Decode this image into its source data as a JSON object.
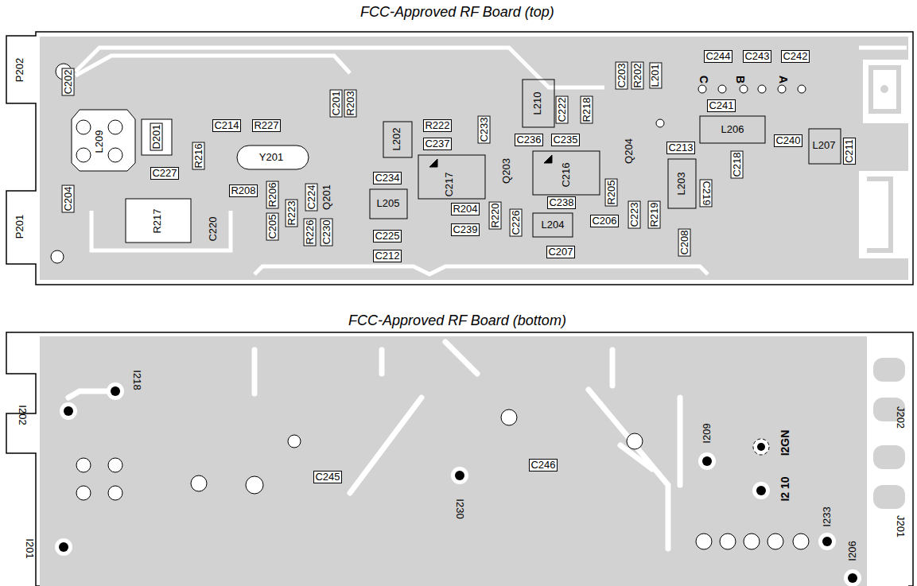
{
  "diagram": {
    "title": "FCC-Approved RF Board (top)",
    "labels": [
      "FCC-Approved RF Board (bottom)",
      "P202",
      "P201",
      "C202",
      "L209",
      "D201",
      "C214",
      "R227",
      "R216",
      "Y201",
      "C227",
      "C204",
      "R208",
      "R206",
      "C224",
      "R223",
      "Q201",
      "R217",
      "C220",
      "C205",
      "R226",
      "C230",
      "C201",
      "R203",
      "L202",
      "R222",
      "C237",
      "C233",
      "C234",
      "L205",
      "C217",
      "Q203",
      "R204",
      "C239",
      "R220",
      "C226",
      "C225",
      "C212",
      "L210",
      "C222",
      "R218",
      "C236",
      "C235",
      "C216",
      "C238",
      "L204",
      "C207",
      "R205",
      "C206",
      "C203",
      "R202",
      "L201",
      "Q204",
      "C223",
      "R219",
      "C213",
      "L203",
      "C219",
      "C208",
      "C",
      "B",
      "A",
      "C244",
      "C243",
      "C242",
      "C241",
      "L206",
      "C218",
      "C240",
      "L207",
      "C211",
      "I218",
      "I202",
      "C245",
      "C246",
      "I230",
      "I209",
      "I2GN",
      "I2 10",
      "I233",
      "I206",
      "I201",
      "J202",
      "J201"
    ]
  }
}
